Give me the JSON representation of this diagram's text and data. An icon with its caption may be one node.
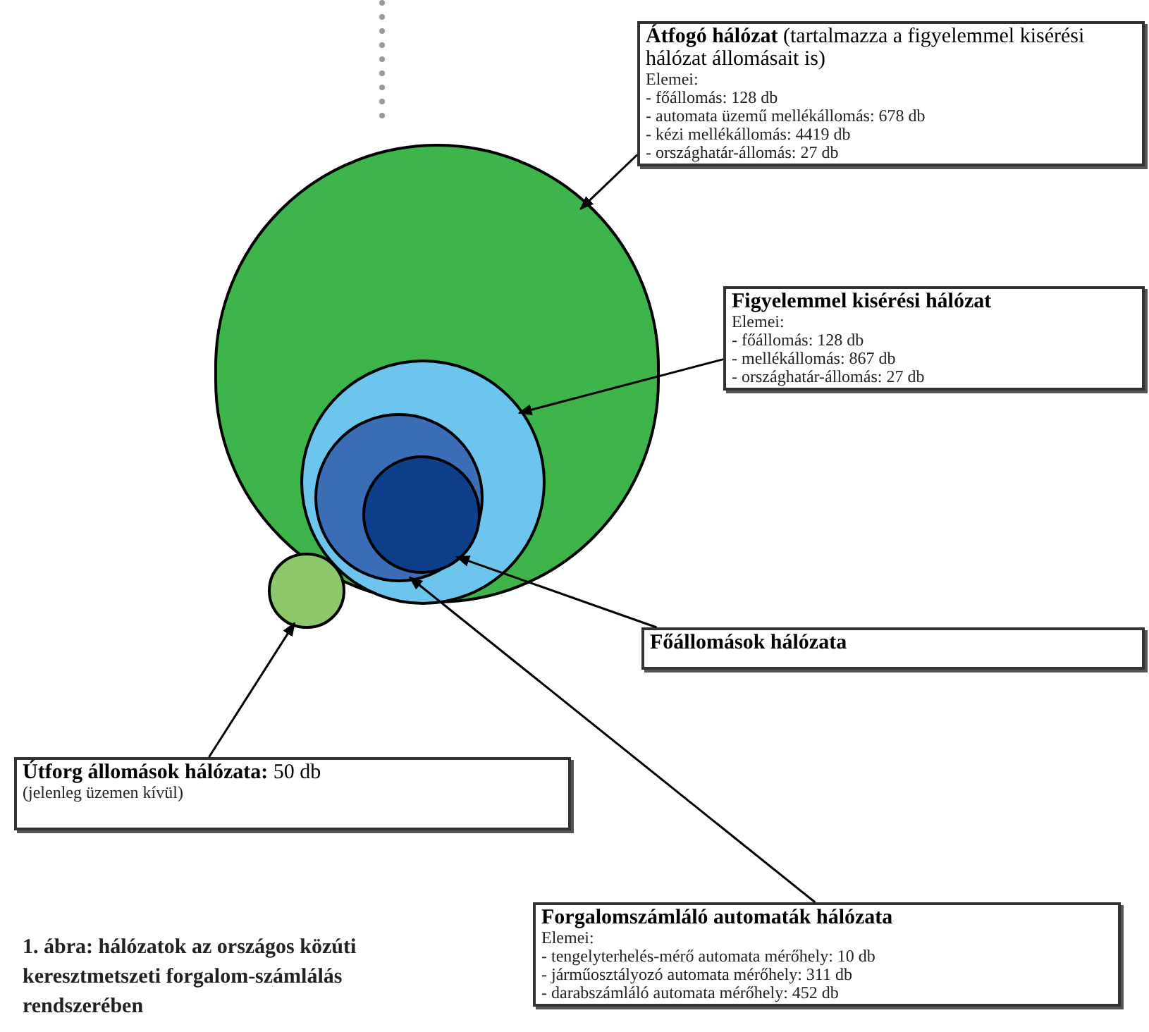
{
  "diagram": {
    "caption": "1. ábra: hálózatok az országos közúti keresztmetszeti forgalom-számlálás rendszerében",
    "nodes": [
      {
        "text": [
          "**Átfogó hálózat** (tartalmazza a figyelemmel kisérési hálózat állomásait is)",
          "Elemei:",
          "- főállomás: 128 db",
          "- automata üzemű mellékállomás: 678 db",
          "- kézi mellékállomás: 4419 db",
          "- országhatár-állomás: 27 db"
        ]
      },
      {
        "text": [],
        "shape": "circle"
      },
      {
        "text": [
          "**Figyelemmel kisérési hálózat**",
          "Elemei:",
          "- főállomás: 128 db",
          "- mellékállomás: 867 db",
          "- országhatár-állomás: 27 db"
        ]
      },
      {
        "text": [],
        "shape": "circle",
        "in": 1
      },
      {
        "text": [],
        "shape": "circle",
        "in": 3
      },
      {
        "text": [],
        "shape": "circle",
        "in": 4
      },
      {
        "text": [],
        "shape": "circle"
      },
      {
        "text": [
          "**Főállomások hálózata**"
        ]
      },
      {
        "text": [
          "**Útforg állomások hálózata:** 50 db",
          "(jelenleg üzemen kívül)"
        ]
      },
      {
        "text": [
          "**Forgalomszámláló automaták hálózata**",
          "Elemei:",
          "- tengelyterhelés-mérő automata mérőhely: 10 db",
          "- járműosztályozó automata mérőhely: 311 db",
          "- darabszámláló automata mérőhely: 452 db"
        ]
      }
    ],
    "edges": [
      {
        "from": 0,
        "to": 1,
        "arrow": "to"
      },
      {
        "from": 2,
        "to": 3,
        "arrow": "to"
      },
      {
        "from": 7,
        "to": 5,
        "arrow": "to"
      },
      {
        "from": 8,
        "to": 6,
        "arrow": "to"
      },
      {
        "from": 9,
        "to": 4,
        "arrow": "to"
      }
    ]
  }
}
